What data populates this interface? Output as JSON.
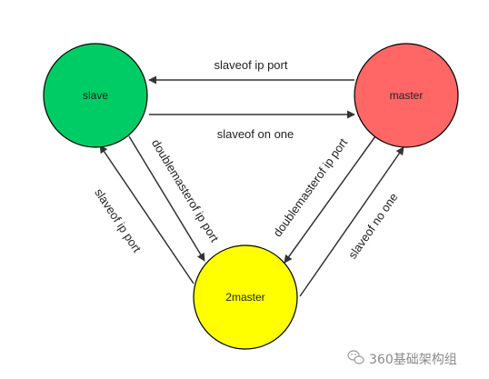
{
  "nodes": {
    "slave": {
      "label": "slave",
      "color": "#00cc66"
    },
    "master": {
      "label": "master",
      "color": "#ff6666"
    },
    "doublemaster": {
      "label": "2master",
      "color": "#ffff00"
    }
  },
  "edges": {
    "master_to_slave": {
      "label": "slaveof ip port"
    },
    "slave_to_master": {
      "label": "slaveof on one"
    },
    "slave_to_doublemaster": {
      "label": "doublemasterof ip port"
    },
    "master_to_doublemaster": {
      "label": "doublemasterof ip port"
    },
    "doublemaster_to_slave": {
      "label": "slaveof ip port"
    },
    "doublemaster_to_master": {
      "label": "slaveof no one"
    }
  },
  "watermark": {
    "text": "360基础架构组",
    "icon": "wechat-icon"
  },
  "colors": {
    "stroke": "#000000",
    "arrow": "#333333"
  }
}
